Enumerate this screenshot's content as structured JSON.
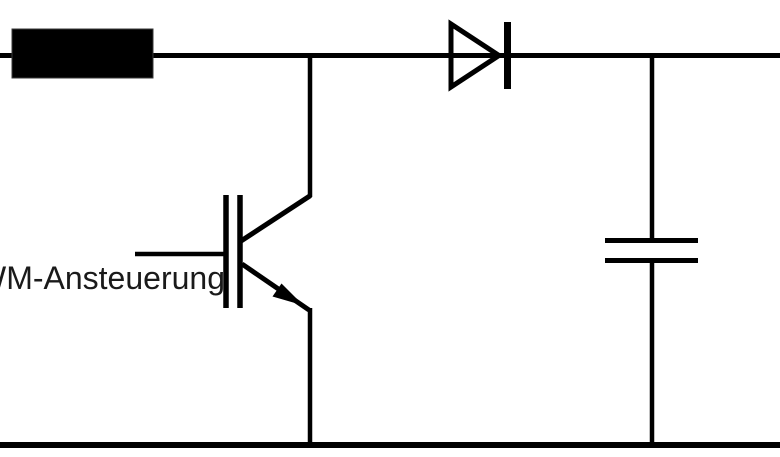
{
  "diagram": {
    "type": "circuit-schematic",
    "description": "Boost converter power stage schematic",
    "pwm_label": "WM-Ansteuerung",
    "colors": {
      "line": "#000000",
      "background": "#ffffff"
    },
    "components": [
      {
        "id": "inductor",
        "icon": "inductor-filled-rectangle-icon"
      },
      {
        "id": "diode",
        "icon": "diode-icon"
      },
      {
        "id": "igbt",
        "icon": "igbt-transistor-icon"
      },
      {
        "id": "capacitor",
        "icon": "capacitor-icon"
      }
    ]
  }
}
